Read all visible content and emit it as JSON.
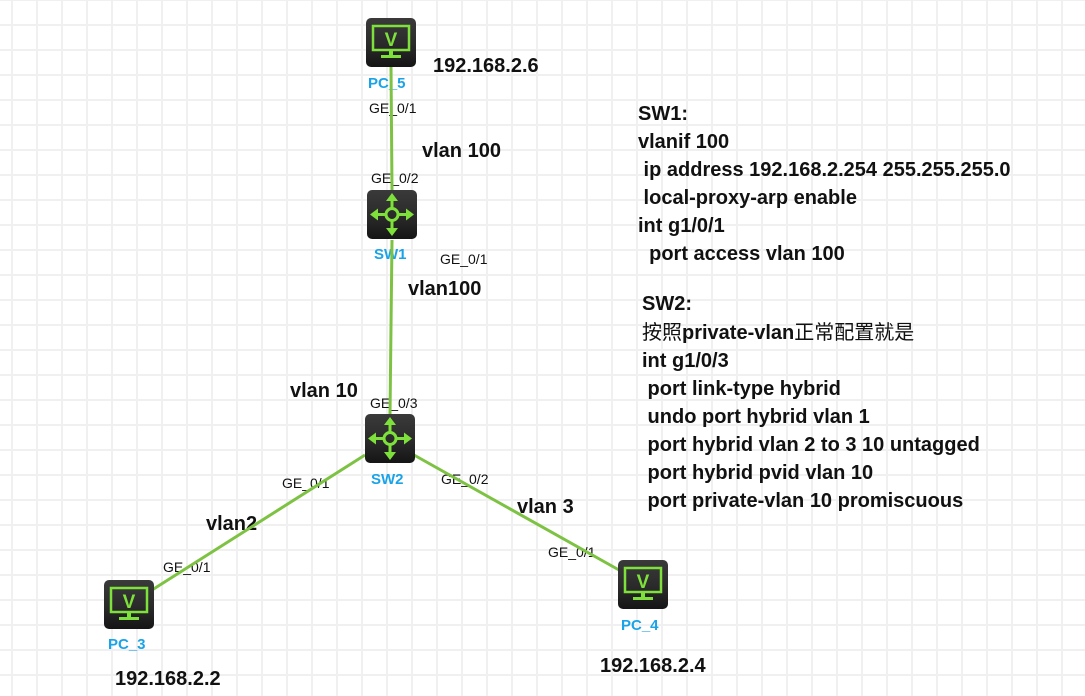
{
  "diagram": {
    "devices": [
      {
        "id": "PC_5",
        "type": "pc",
        "label": "PC_5",
        "ip": "192.168.2.6"
      },
      {
        "id": "SW1",
        "type": "switch",
        "label": "SW1"
      },
      {
        "id": "SW2",
        "type": "switch",
        "label": "SW2"
      },
      {
        "id": "PC_3",
        "type": "pc",
        "label": "PC_3",
        "ip": "192.168.2.2"
      },
      {
        "id": "PC_4",
        "type": "pc",
        "label": "PC_4",
        "ip": "192.168.2.4"
      }
    ],
    "links": [
      {
        "from": "PC_5",
        "from_port": "GE_0/1",
        "to": "SW1",
        "to_port": "GE_0/2",
        "vlan": "vlan 100"
      },
      {
        "from": "SW1",
        "from_port": "GE_0/1",
        "to": "SW2",
        "to_port": "GE_0/3",
        "vlan": "vlan100",
        "vlan_sw2_side": "vlan 10"
      },
      {
        "from": "SW2",
        "from_port": "GE_0/1",
        "to": "PC_3",
        "to_port": "GE_0/1",
        "vlan": "vlan2"
      },
      {
        "from": "SW2",
        "from_port": "GE_0/2",
        "to": "PC_4",
        "to_port": "GE_0/1",
        "vlan": "vlan 3"
      }
    ],
    "link_color": "#7dc242",
    "label_color": "#1aa3e8"
  },
  "labels": {
    "pc5_name": "PC_5",
    "pc5_ip": "192.168.2.6",
    "pc5_port": "GE_0/1",
    "sw1_name": "SW1",
    "sw1_port_up": "GE_0/2",
    "sw1_port_down": "GE_0/1",
    "vlan_pc5_sw1": "vlan 100",
    "vlan_sw1_sw2": "vlan100",
    "vlan_sw2_up": "vlan 10",
    "sw2_name": "SW2",
    "sw2_port_up": "GE_0/3",
    "sw2_port_left": "GE_0/1",
    "sw2_port_right": "GE_0/2",
    "vlan_sw2_pc3": "vlan2",
    "vlan_sw2_pc4": "vlan 3",
    "pc3_name": "PC_3",
    "pc3_port": "GE_0/1",
    "pc3_ip": "192.168.2.2",
    "pc4_name": "PC_4",
    "pc4_port": "GE_0/1",
    "pc4_ip": "192.168.2.4",
    "pc_glyph": "V"
  },
  "config_sw1": {
    "lines": [
      "SW1:",
      "vlanif 100",
      " ip address 192.168.2.254 255.255.255.0",
      " local-proxy-arp enable",
      "int g1/0/1",
      "  port access vlan 100"
    ]
  },
  "config_sw2": {
    "title": "SW2:",
    "note_prefix": "按照",
    "note_mid": "private-vlan",
    "note_suffix": "正常配置就是",
    "lines": [
      "int g1/0/3",
      " port link-type hybrid",
      " undo port hybrid vlan 1",
      " port hybrid vlan 2 to 3 10 untagged",
      " port hybrid pvid vlan 10",
      " port private-vlan 10 promiscuous"
    ]
  }
}
